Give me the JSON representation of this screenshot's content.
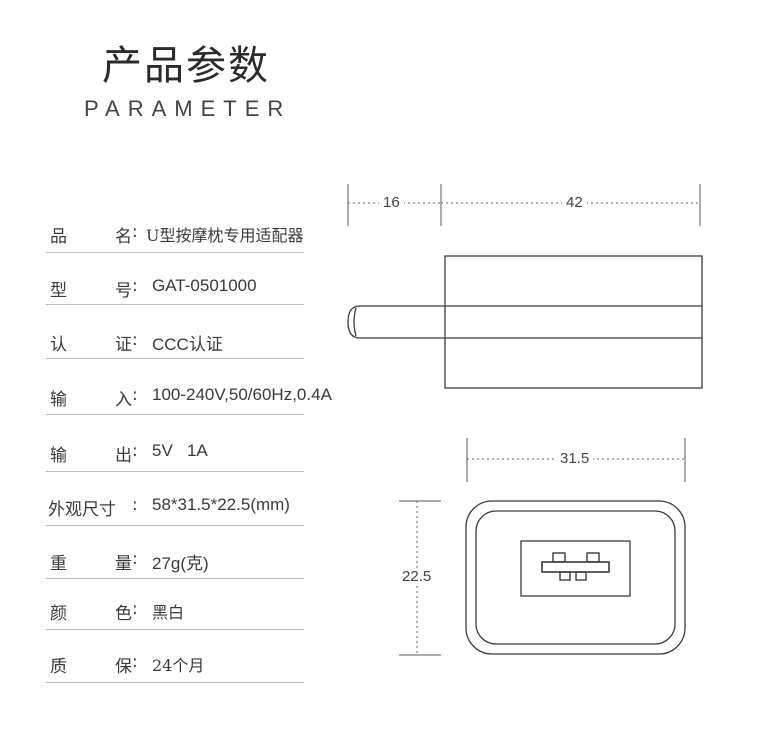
{
  "header": {
    "title_cn": "产品参数",
    "title_en": "PARAMETER"
  },
  "specs": [
    {
      "label_a": "品",
      "label_b": "名",
      "colon": ":",
      "value": "U型按摩枕专用适配器"
    },
    {
      "label_a": "型",
      "label_b": "号",
      "colon": ":",
      "value": "GAT-0501000"
    },
    {
      "label_a": "认",
      "label_b": "证",
      "colon": ":",
      "value": "CCC认证"
    },
    {
      "label_a": "输",
      "label_b": "入",
      "colon": ":",
      "value": "100-240V,50/60Hz,0.4A"
    },
    {
      "label_a": "输",
      "label_b": "出",
      "colon": ":",
      "value": "5V   1A"
    },
    {
      "label": "外观尺寸",
      "colon": ":",
      "value": "58*31.5*22.5(mm)"
    },
    {
      "label_a": "重",
      "label_b": "量",
      "colon": ":",
      "value": "27g(克)"
    },
    {
      "label_a": "颜",
      "label_b": "色",
      "colon": ":",
      "value": "黑白"
    },
    {
      "label_a": "质",
      "label_b": "保",
      "colon": ":",
      "value": "24个月"
    }
  ],
  "dimensions": {
    "prong_length": "16",
    "body_length": "42",
    "width": "31.5",
    "height": "22.5"
  },
  "colors": {
    "line": "#3c3c3c",
    "rule": "#bdbdbd"
  }
}
